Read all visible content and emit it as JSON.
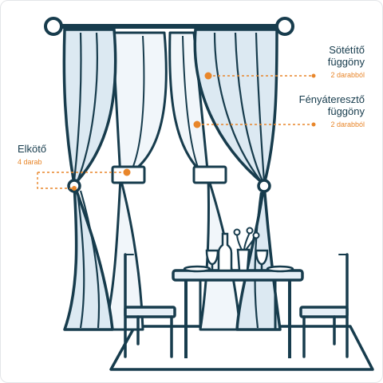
{
  "annotations": {
    "blackout_curtain": {
      "title_line1": "Sötétítő",
      "title_line2": "függöny",
      "quantity": "2 darabból"
    },
    "sheer_curtain": {
      "title_line1": "Fényáteresztő",
      "title_line2": "függöny",
      "quantity": "2 darabból"
    },
    "tieback": {
      "title": "Elkötő",
      "quantity": "4 darab"
    }
  },
  "colors": {
    "outline": "#173c4d",
    "accent": "#e8862a",
    "blackout_fill": "#dce9f2",
    "sheer_fill": "#f1f6fa",
    "table_fill": "#e6eff6"
  }
}
